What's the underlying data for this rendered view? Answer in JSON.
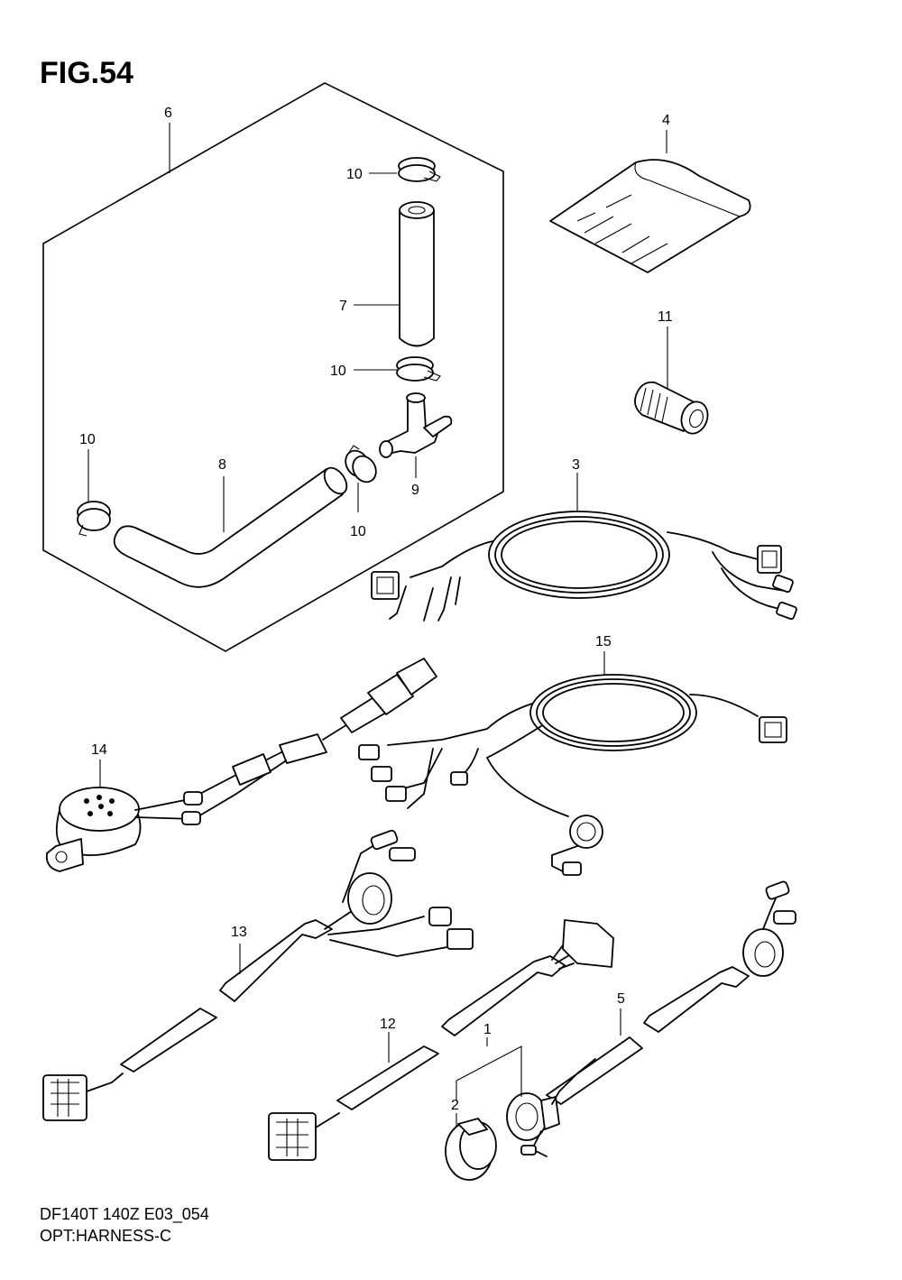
{
  "figure": {
    "title": "FIG.54",
    "model_code": "DF140T 140Z E03_054",
    "section_name": "OPT:HARNESS-C"
  },
  "callouts": [
    {
      "id": "c1",
      "label": "1"
    },
    {
      "id": "c2",
      "label": "2"
    },
    {
      "id": "c3",
      "label": "3"
    },
    {
      "id": "c4",
      "label": "4"
    },
    {
      "id": "c5",
      "label": "5"
    },
    {
      "id": "c6",
      "label": "6"
    },
    {
      "id": "c7",
      "label": "7"
    },
    {
      "id": "c8",
      "label": "8"
    },
    {
      "id": "c9",
      "label": "9"
    },
    {
      "id": "c10a",
      "label": "10"
    },
    {
      "id": "c10b",
      "label": "10"
    },
    {
      "id": "c10c",
      "label": "10"
    },
    {
      "id": "c10d",
      "label": "10"
    },
    {
      "id": "c11",
      "label": "11"
    },
    {
      "id": "c12",
      "label": "12"
    },
    {
      "id": "c13",
      "label": "13"
    },
    {
      "id": "c14",
      "label": "14"
    },
    {
      "id": "c15",
      "label": "15"
    }
  ]
}
